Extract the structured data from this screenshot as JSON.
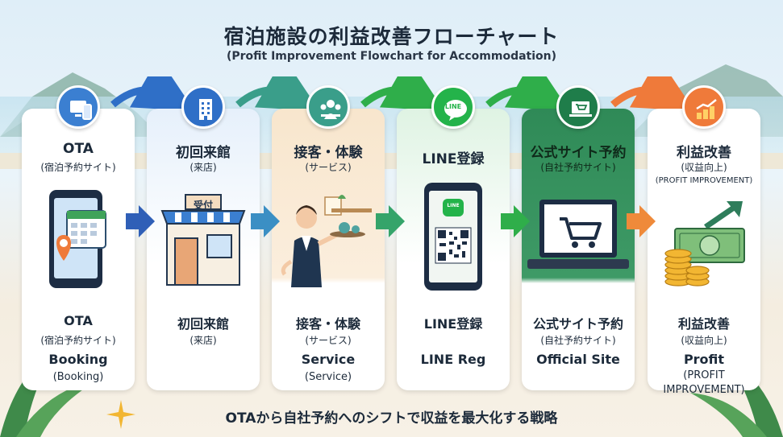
{
  "title": "宿泊施設の利益改善フローチャート",
  "subtitle": "(Profit Improvement Flowchart for Accommodation)",
  "footer": "OTAから自社予約へのシフトで収益を最大化する戦略",
  "colors": {
    "ota": "#3b7fd1",
    "first_visit": "#2f6fc7",
    "service": "#3a9e8a",
    "line": "#24b34a",
    "official": "#1f7d4a",
    "profit": "#ef7a3a"
  },
  "steps": [
    {
      "id": "ota",
      "icon": "booking-devices-icon",
      "head": "OTA",
      "head_sub": "(宿泊予約サイト)",
      "label": "OTA",
      "label_sub": "(宿泊予約サイト)",
      "en": "Booking",
      "en_sub": "(Booking)"
    },
    {
      "id": "first-visit",
      "icon": "building-icon",
      "head": "初回来館",
      "head_sub": "(来店)",
      "sign": "受付",
      "label": "初回来館",
      "label_sub": "(来店)"
    },
    {
      "id": "service",
      "icon": "people-icon",
      "head": "接客・体験",
      "head_sub": "(サービス)",
      "label": "接客・体験",
      "label_sub": "(サービス)",
      "en": "Service",
      "en_sub": "(Service)"
    },
    {
      "id": "line",
      "icon": "line-icon",
      "icon_text": "LINE",
      "phone_text": "LINE",
      "head": "LINE登録",
      "label": "LINE登録",
      "en": "LINE Reg"
    },
    {
      "id": "official",
      "icon": "laptop-cart-icon",
      "head": "公式サイト予約",
      "head_sub": "(自社予約サイト)",
      "label": "公式サイト予約",
      "label_sub": "(自社予約サイト)",
      "en": "Official Site"
    },
    {
      "id": "profit",
      "icon": "growth-coins-icon",
      "head": "利益改善",
      "head_sub": "(収益向上)",
      "head_en": "(PROFIT IMPROVEMENT)",
      "label": "利益改善",
      "label_sub": "(収益向上)",
      "en": "Profit",
      "en_sub": "(PROFIT",
      "en_sub2": "IMPROVEMENT)"
    }
  ]
}
